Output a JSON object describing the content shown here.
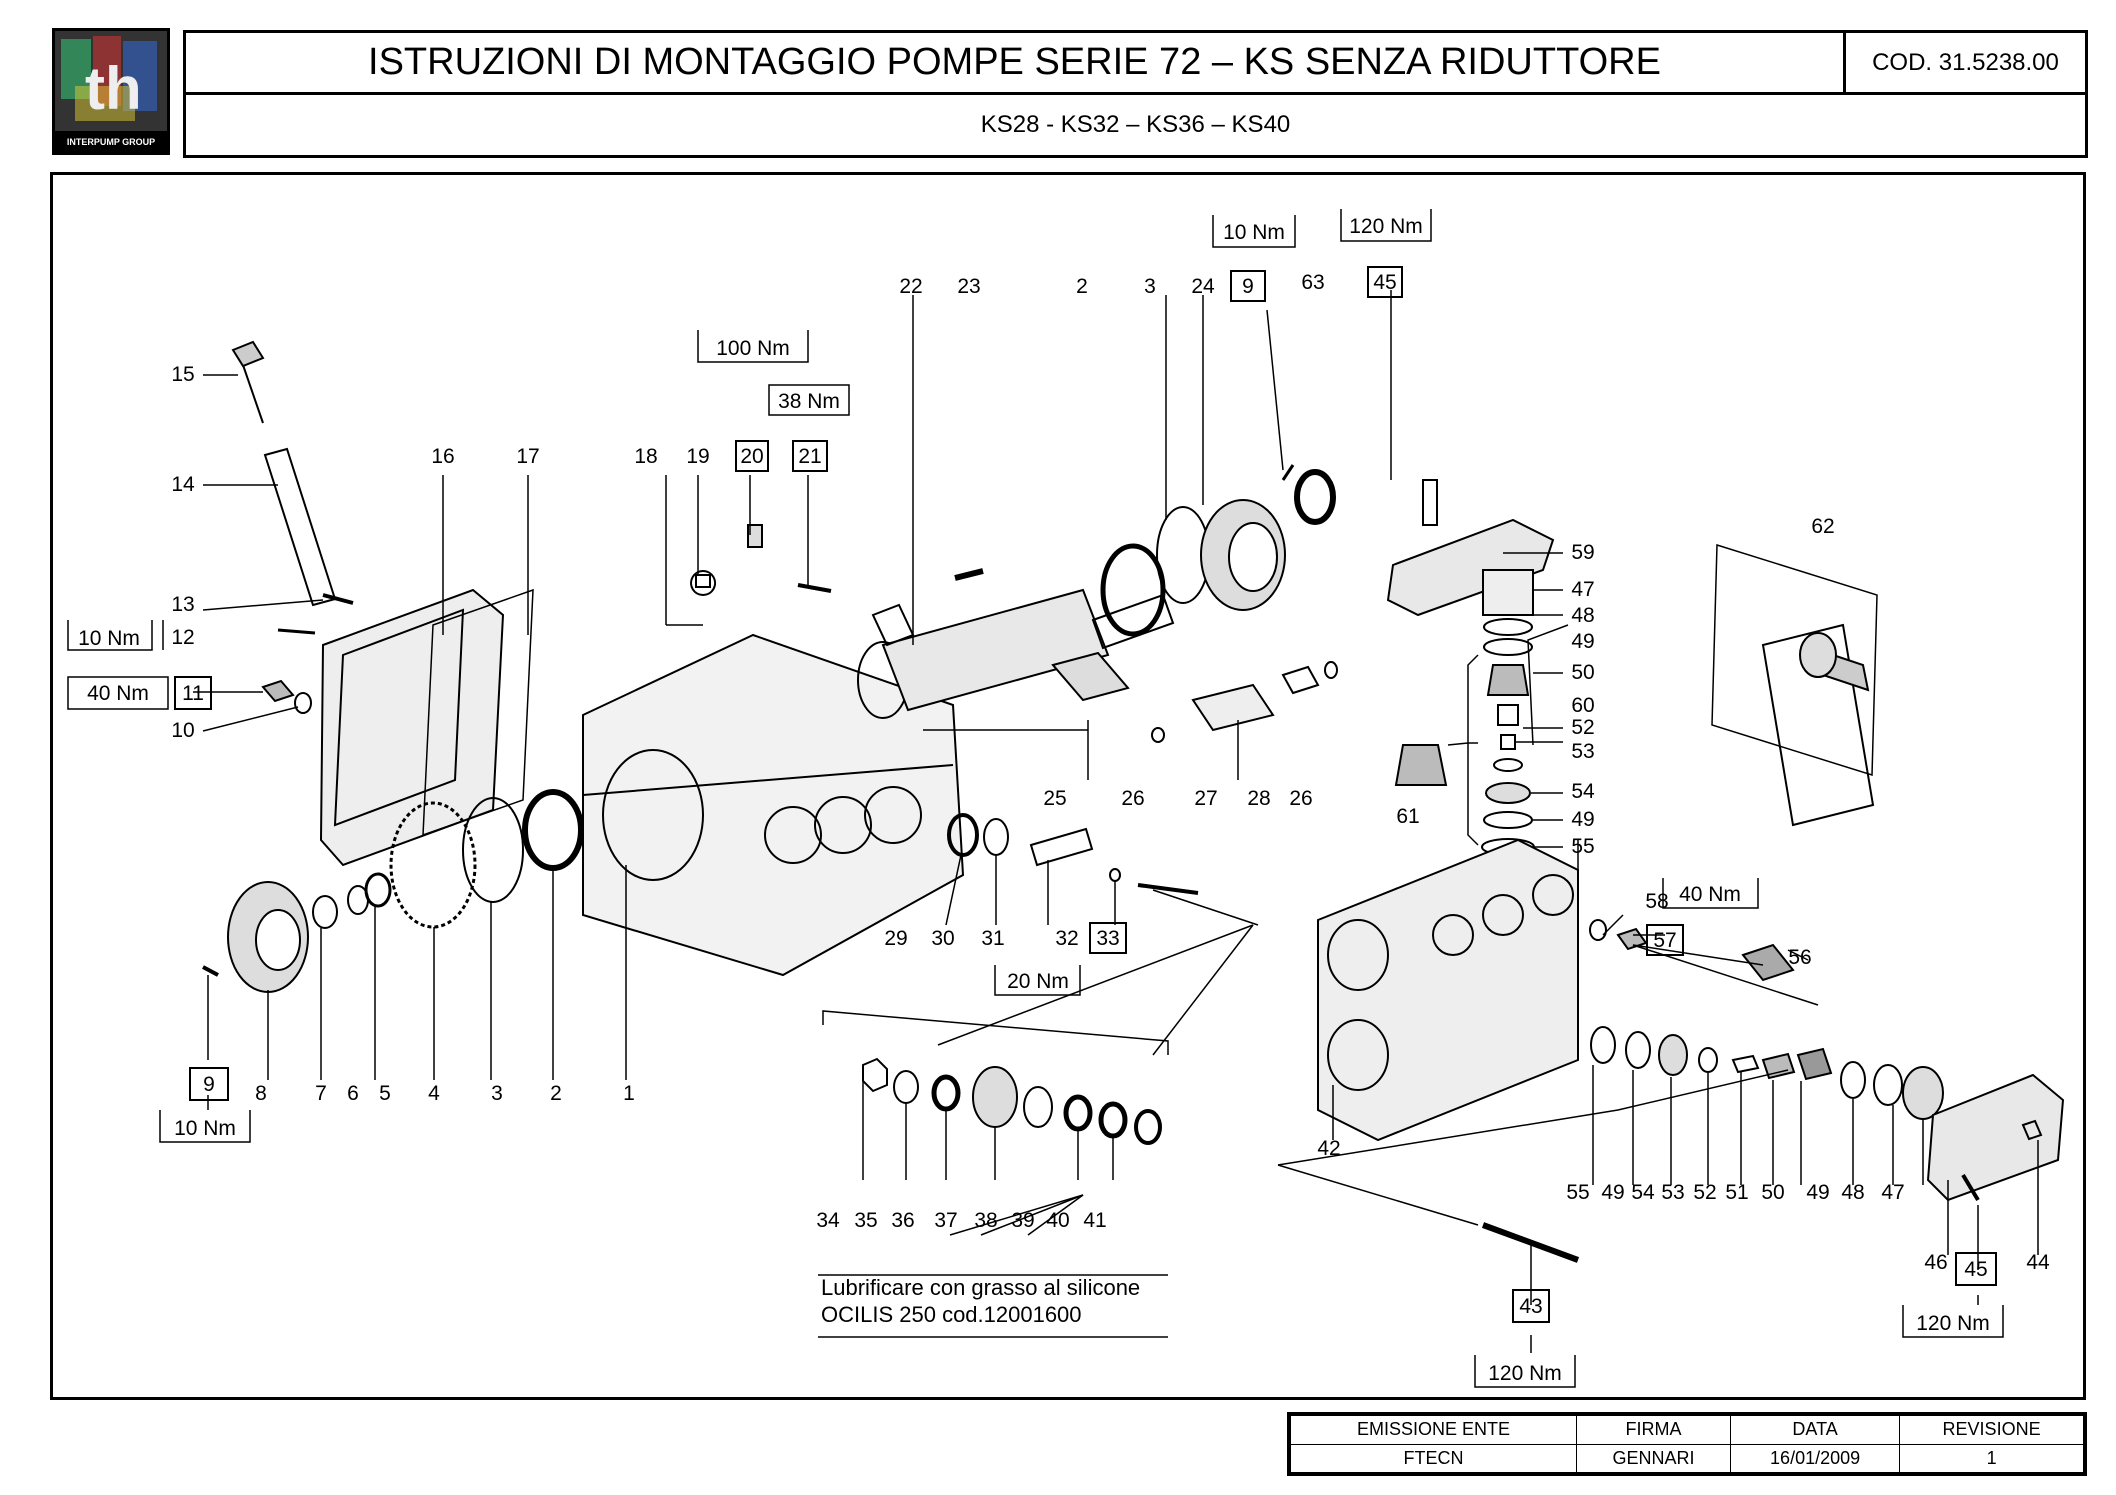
{
  "header": {
    "logo_text": "INTERPUMP GROUP",
    "title": "ISTRUZIONI DI MONTAGGIO POMPE SERIE 72 – KS SENZA RIDUTTORE",
    "code": "COD. 31.5238.00",
    "subtitle": "KS28 - KS32 – KS36 – KS40"
  },
  "labels": {
    "l1": "1",
    "l2": "2",
    "l3": "3",
    "l4": "4",
    "l5": "5",
    "l6": "6",
    "l7": "7",
    "l8": "8",
    "l9": "9",
    "l10": "10",
    "l12": "12",
    "l13": "13",
    "l14": "14",
    "l15": "15",
    "l16": "16",
    "l17": "17",
    "l18": "18",
    "l19": "19",
    "l22": "22",
    "l23": "23",
    "l2b": "2",
    "l3b": "3",
    "l24": "24",
    "l63": "63",
    "l25": "25",
    "l26": "26",
    "l27": "27",
    "l28": "28",
    "l26b": "26",
    "l29": "29",
    "l30": "30",
    "l31": "31",
    "l32": "32",
    "l34": "34",
    "l35": "35",
    "l36": "36",
    "l37": "37",
    "l38": "38",
    "l39": "39",
    "l40": "40",
    "l41": "41",
    "l59": "59",
    "l47": "47",
    "l48": "48",
    "l49": "49",
    "l50": "50",
    "l60": "60",
    "l52": "52",
    "l53": "53",
    "l54": "54",
    "l49b": "49",
    "l55": "55",
    "l61": "61",
    "l62": "62",
    "l58": "58",
    "l56": "56",
    "l42": "42",
    "l55b": "55",
    "l49c": "49",
    "l54b": "54",
    "l53b": "53",
    "l52b": "52",
    "l51": "51",
    "l50b": "50",
    "l49d": "49",
    "l48b": "48",
    "l47b": "47",
    "l46": "46",
    "l44": "44"
  },
  "boxed": {
    "b9": "9",
    "b11": "11",
    "b20": "20",
    "b21": "21",
    "b9b": "9",
    "b45": "45",
    "b33": "33",
    "b57": "57",
    "b43": "43",
    "b45b": "45"
  },
  "torque": {
    "t10nm_a": "10 Nm",
    "t40nm_a": "40 Nm",
    "t100nm": "100 Nm",
    "t38nm": "38 Nm",
    "t10nm_b": "10 Nm",
    "t120nm_a": "120 Nm",
    "t10nm_c": "10 Nm",
    "t20nm": "20 Nm",
    "t40nm_b": "40 Nm",
    "t120nm_b": "120 Nm",
    "t120nm_c": "120 Nm"
  },
  "note": {
    "line1": "Lubrificare con grasso al silicone",
    "line2": "OCILIS 250 cod.12001600"
  },
  "footer": {
    "headers": [
      "EMISSIONE ENTE",
      "FIRMA",
      "DATA",
      "REVISIONE"
    ],
    "values": [
      "FTECN",
      "GENNARI",
      "16/01/2009",
      "1"
    ]
  }
}
